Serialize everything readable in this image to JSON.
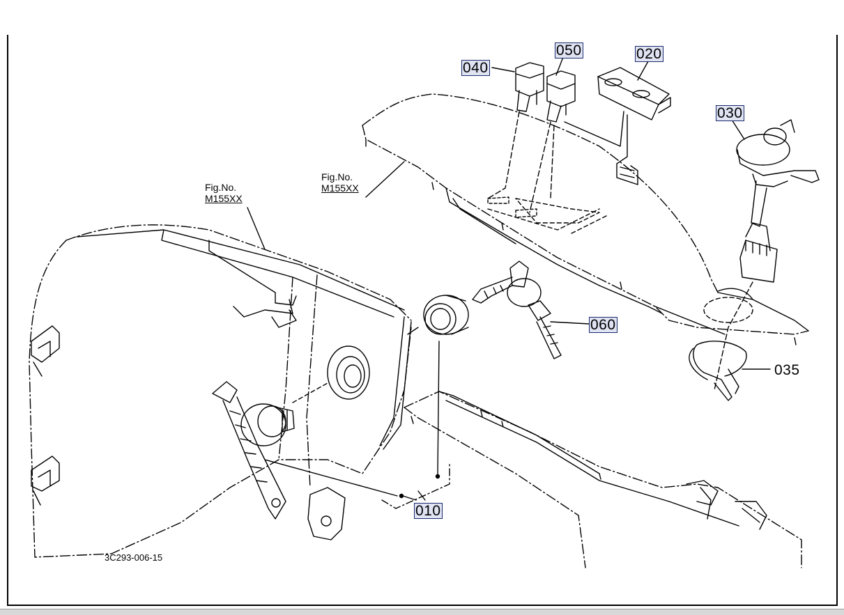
{
  "parts": {
    "p040": "040",
    "p050": "050",
    "p020": "020",
    "p030": "030",
    "p060": "060",
    "p035": "035",
    "p010": "010"
  },
  "figure_refs": {
    "left": {
      "label": "Fig.No.",
      "number": "M155XX"
    },
    "top": {
      "label": "Fig.No.",
      "number": "M155XX"
    }
  },
  "drawing_code": "3C293-006-15",
  "colors": {
    "line": "#000000",
    "tag_fill": "#dfe3f2",
    "tag_border": "#1a2a6c"
  }
}
